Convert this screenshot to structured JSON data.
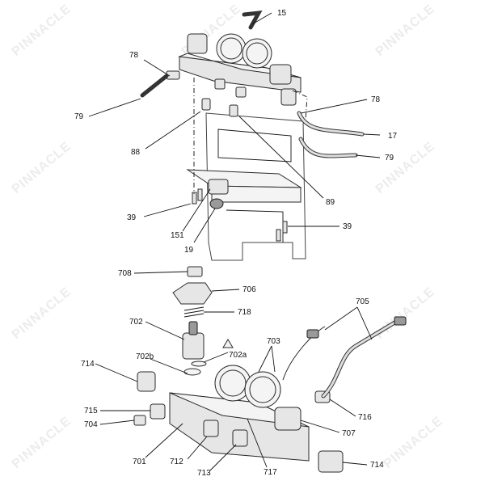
{
  "watermark": "PINNACLE",
  "callouts": [
    {
      "id": "15",
      "text": "15"
    },
    {
      "id": "78a",
      "text": "78"
    },
    {
      "id": "79a",
      "text": "79"
    },
    {
      "id": "88",
      "text": "88"
    },
    {
      "id": "78b",
      "text": "78"
    },
    {
      "id": "17",
      "text": "17"
    },
    {
      "id": "79b",
      "text": "79"
    },
    {
      "id": "89",
      "text": "89"
    },
    {
      "id": "39a",
      "text": "39"
    },
    {
      "id": "151",
      "text": "151"
    },
    {
      "id": "19",
      "text": "19"
    },
    {
      "id": "39b",
      "text": "39"
    },
    {
      "id": "708",
      "text": "708"
    },
    {
      "id": "706",
      "text": "706"
    },
    {
      "id": "718",
      "text": "718"
    },
    {
      "id": "702",
      "text": "702"
    },
    {
      "id": "705",
      "text": "705"
    },
    {
      "id": "703",
      "text": "703"
    },
    {
      "id": "702a",
      "text": "702a"
    },
    {
      "id": "702b",
      "text": "702b"
    },
    {
      "id": "714a",
      "text": "714"
    },
    {
      "id": "715",
      "text": "715"
    },
    {
      "id": "704",
      "text": "704"
    },
    {
      "id": "716",
      "text": "716"
    },
    {
      "id": "707",
      "text": "707"
    },
    {
      "id": "701",
      "text": "701"
    },
    {
      "id": "712",
      "text": "712"
    },
    {
      "id": "713",
      "text": "713"
    },
    {
      "id": "717",
      "text": "717"
    },
    {
      "id": "714b",
      "text": "714"
    }
  ]
}
